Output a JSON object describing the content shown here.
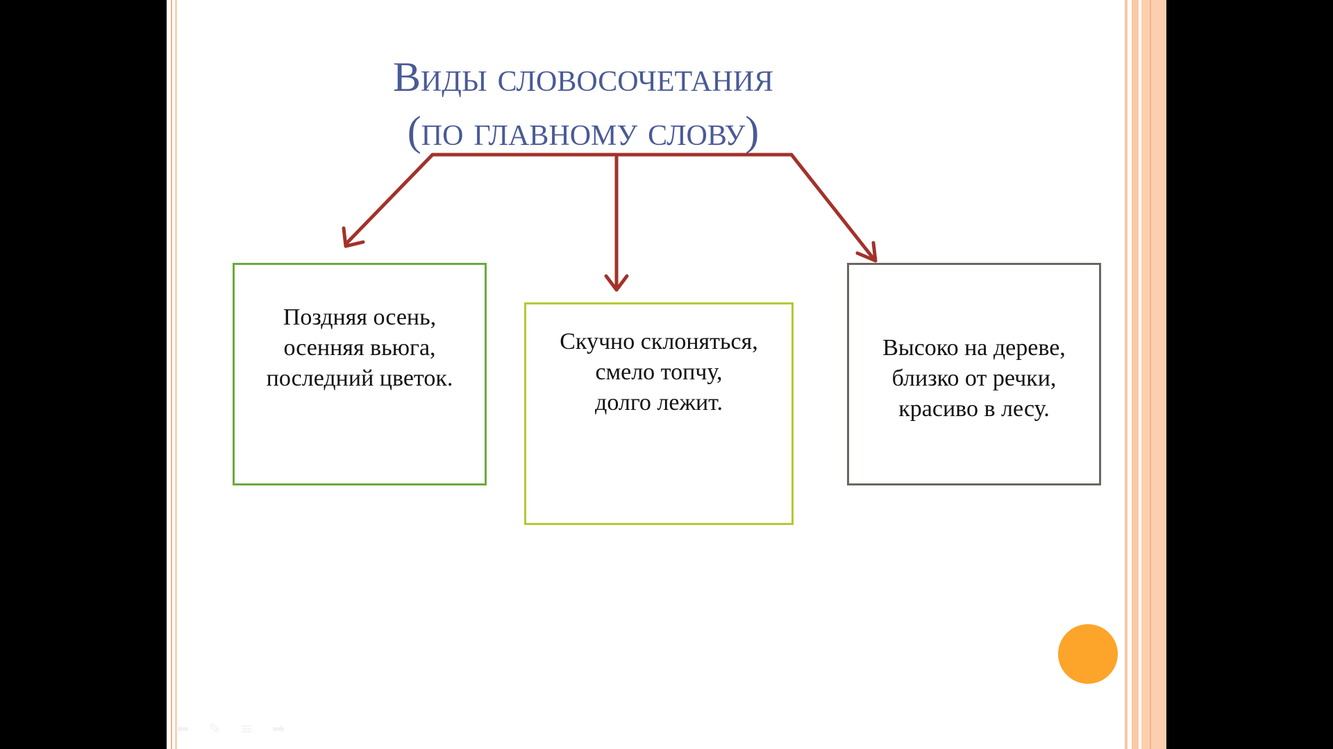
{
  "slide": {
    "title_line1": "Виды словосочетания",
    "title_line2": "(по главному слову)",
    "boxes": [
      {
        "lines": [
          "Поздняя осень,",
          "осенняя вьюга,",
          "последний цветок."
        ]
      },
      {
        "lines": [
          "Скучно склоняться,",
          "смело топчу,",
          "долго лежит."
        ]
      },
      {
        "lines": [
          "Высоко на дереве,",
          "близко от речки,",
          "красиво в лесу."
        ]
      }
    ]
  },
  "colors": {
    "title": "#4a5a96",
    "arrow": "#a2322a",
    "box_left_border": "#6aaa3c",
    "box_mid_border": "#b5c936",
    "box_right_border": "#6b6660",
    "accent_dot": "#fda42a",
    "stripe": "#fbc9a5"
  },
  "icons": {
    "nav_prev": "arrow-left-icon",
    "nav_pen": "pen-icon",
    "nav_menu": "menu-icon",
    "nav_next": "arrow-right-icon"
  }
}
